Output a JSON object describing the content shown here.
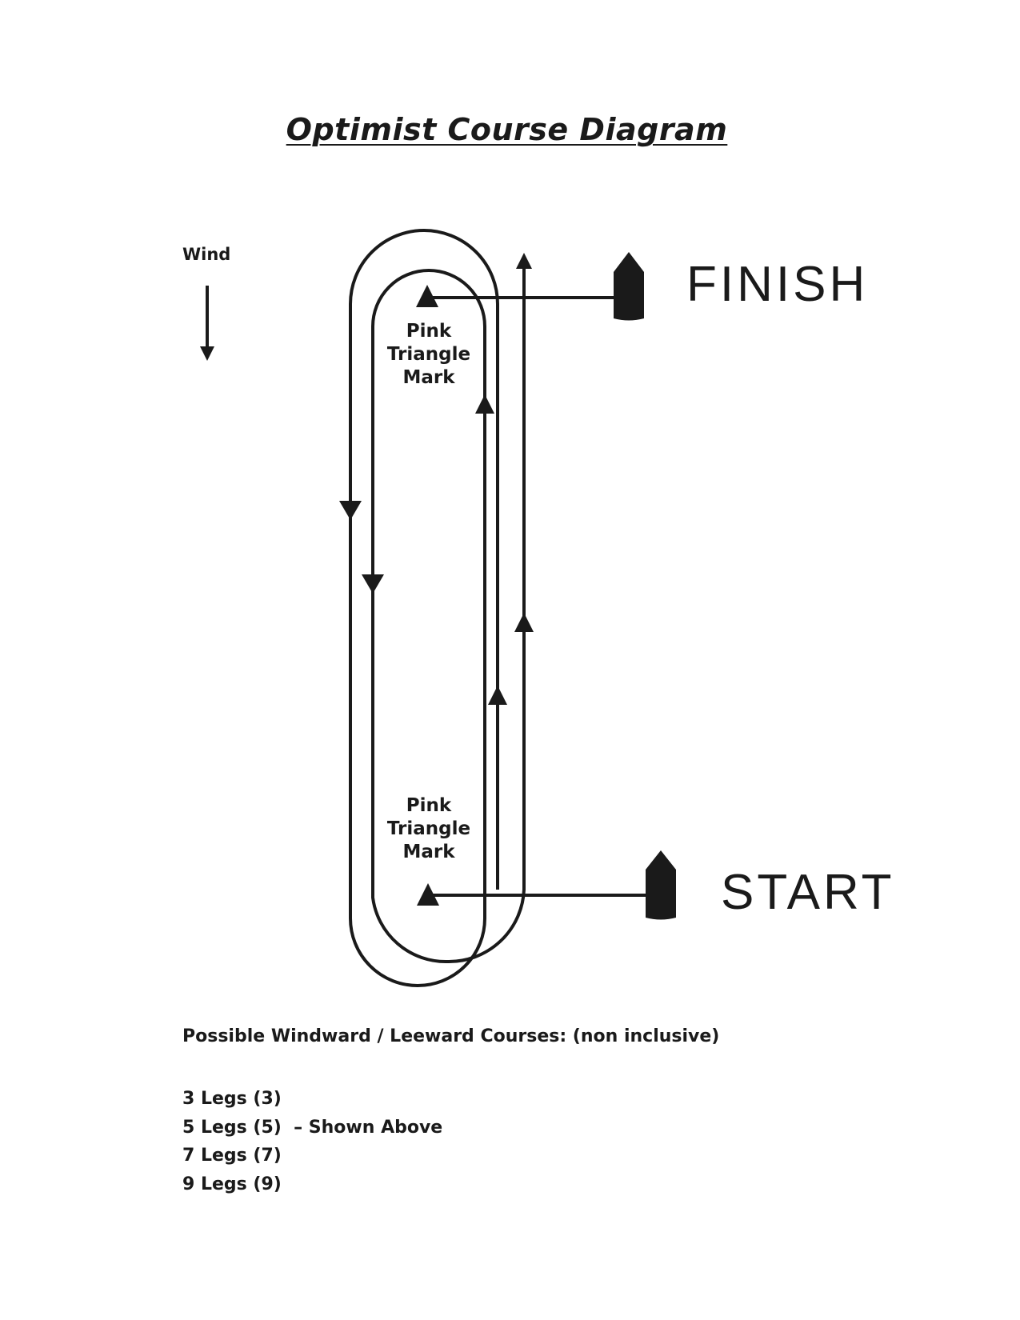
{
  "title": "Optimist Course Diagram",
  "wind": {
    "label": "Wind",
    "direction": "down"
  },
  "marks": {
    "top": {
      "label_lines": [
        "Pink",
        "Triangle",
        "Mark"
      ],
      "icon": "triangle-mark-icon"
    },
    "bottom": {
      "label_lines": [
        "Pink",
        "Triangle",
        "Mark"
      ],
      "icon": "triangle-mark-icon"
    }
  },
  "finish": {
    "label": "FINISH",
    "icon": "committee-boat-icon"
  },
  "start": {
    "label": "START",
    "icon": "committee-boat-icon"
  },
  "courses": {
    "heading": "Possible Windward / Leeward Courses: (non inclusive)",
    "items": [
      "3 Legs (3)",
      "5 Legs (5)  – Shown Above",
      "7 Legs (7)",
      "9 Legs (9)"
    ]
  },
  "colors": {
    "ink": "#1a1a1a",
    "background": "#ffffff"
  }
}
